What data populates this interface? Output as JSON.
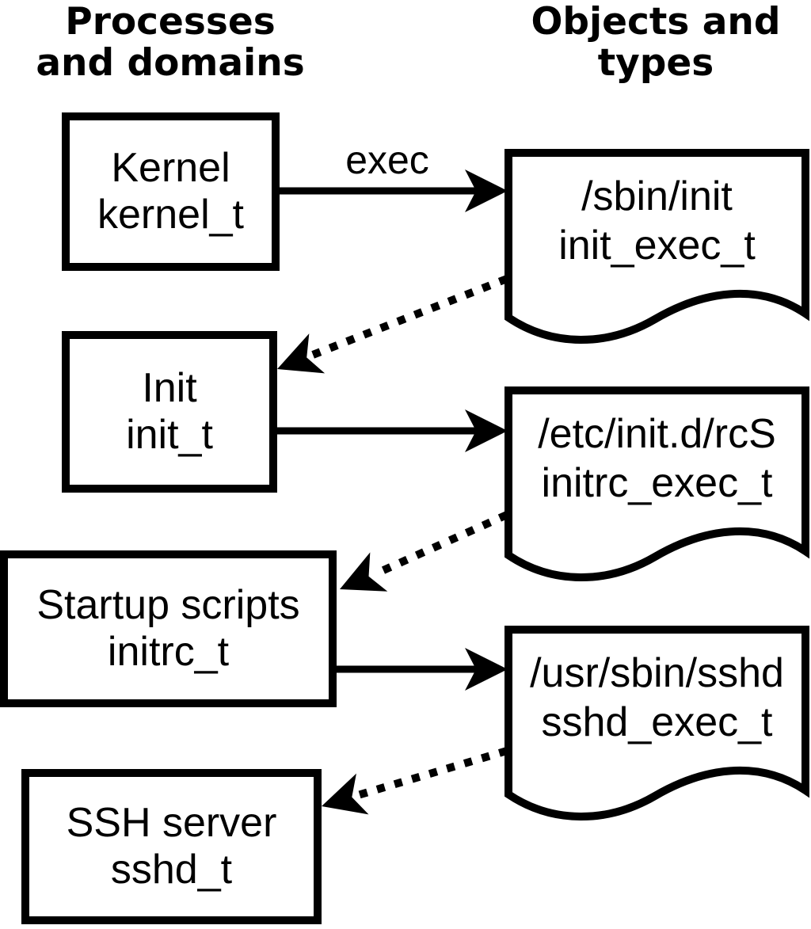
{
  "headers": {
    "left": {
      "line1": "Processes",
      "line2": "and domains"
    },
    "right": {
      "line1": "Objects and",
      "line2": "types"
    }
  },
  "process_boxes": [
    {
      "name": "Kernel",
      "domain": "kernel_t"
    },
    {
      "name": "Init",
      "domain": "init_t"
    },
    {
      "name": "Startup scripts",
      "domain": "initrc_t"
    },
    {
      "name": "SSH server",
      "domain": "sshd_t"
    }
  ],
  "object_docs": [
    {
      "path": "/sbin/init",
      "type": "init_exec_t"
    },
    {
      "path": "/etc/init.d/rcS",
      "type": "initrc_exec_t"
    },
    {
      "path": "/usr/sbin/sshd",
      "type": "sshd_exec_t"
    }
  ],
  "labels": {
    "exec_arrow": "exec"
  },
  "colors": {
    "foreground": "#000000",
    "background": "#ffffff"
  }
}
